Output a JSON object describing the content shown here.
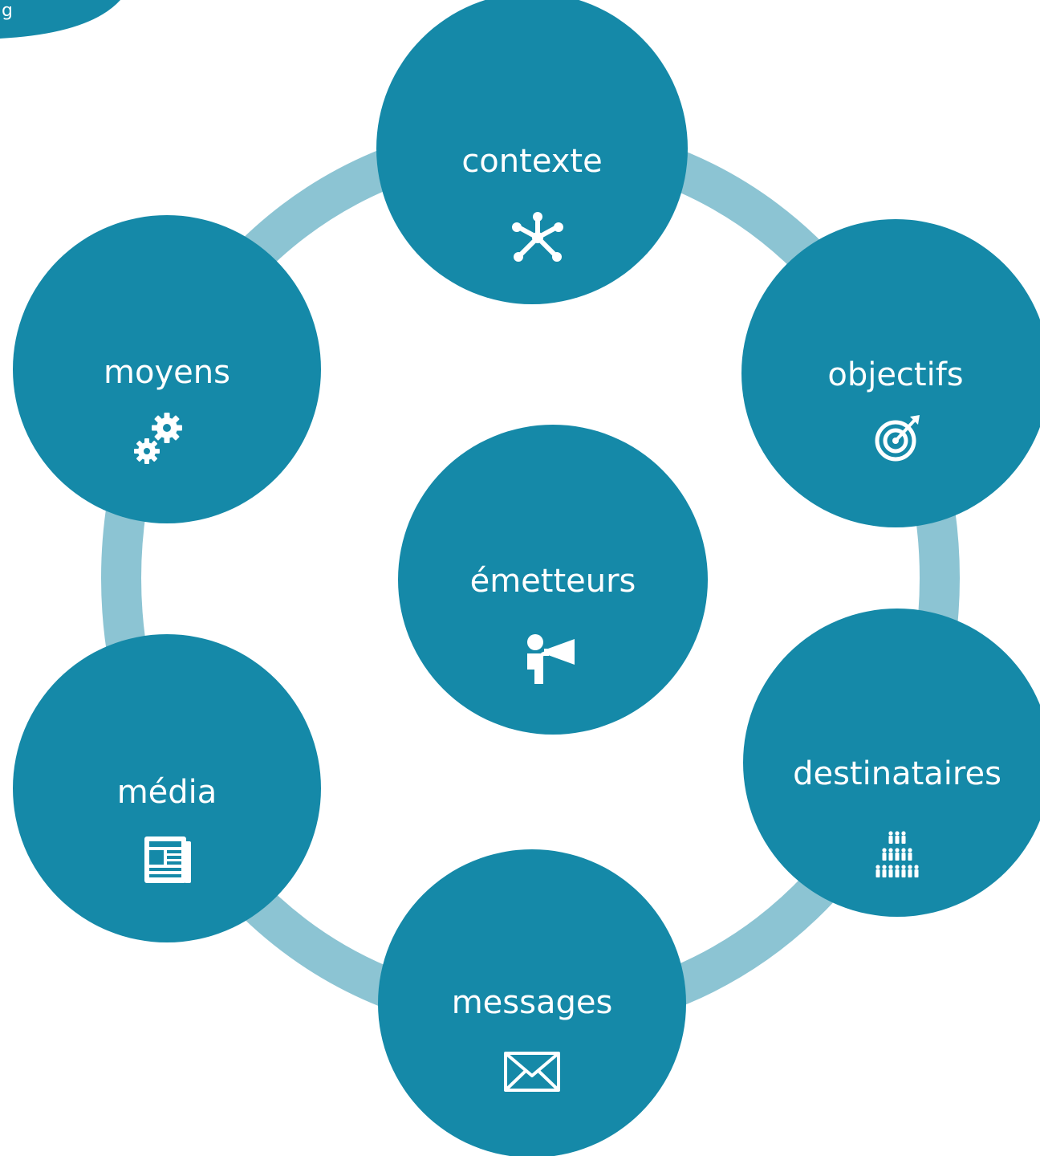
{
  "colors": {
    "node_fill": "#1589a8",
    "ring": "#8cc4d3",
    "icon": "#ffffff"
  },
  "corner_tab": {
    "label": "g"
  },
  "center_node": {
    "label": "émetteurs",
    "icon": "megaphone-speaker-icon"
  },
  "nodes": [
    {
      "id": "contexte",
      "label": "contexte",
      "icon": "network-hub-icon"
    },
    {
      "id": "objectifs",
      "label": "objectifs",
      "icon": "target-icon"
    },
    {
      "id": "destinataires",
      "label": "destinataires",
      "icon": "people-pyramid-icon"
    },
    {
      "id": "messages",
      "label": "messages",
      "icon": "envelope-icon"
    },
    {
      "id": "media",
      "label": "média",
      "icon": "newspaper-icon"
    },
    {
      "id": "moyens",
      "label": "moyens",
      "icon": "gears-icon"
    }
  ]
}
